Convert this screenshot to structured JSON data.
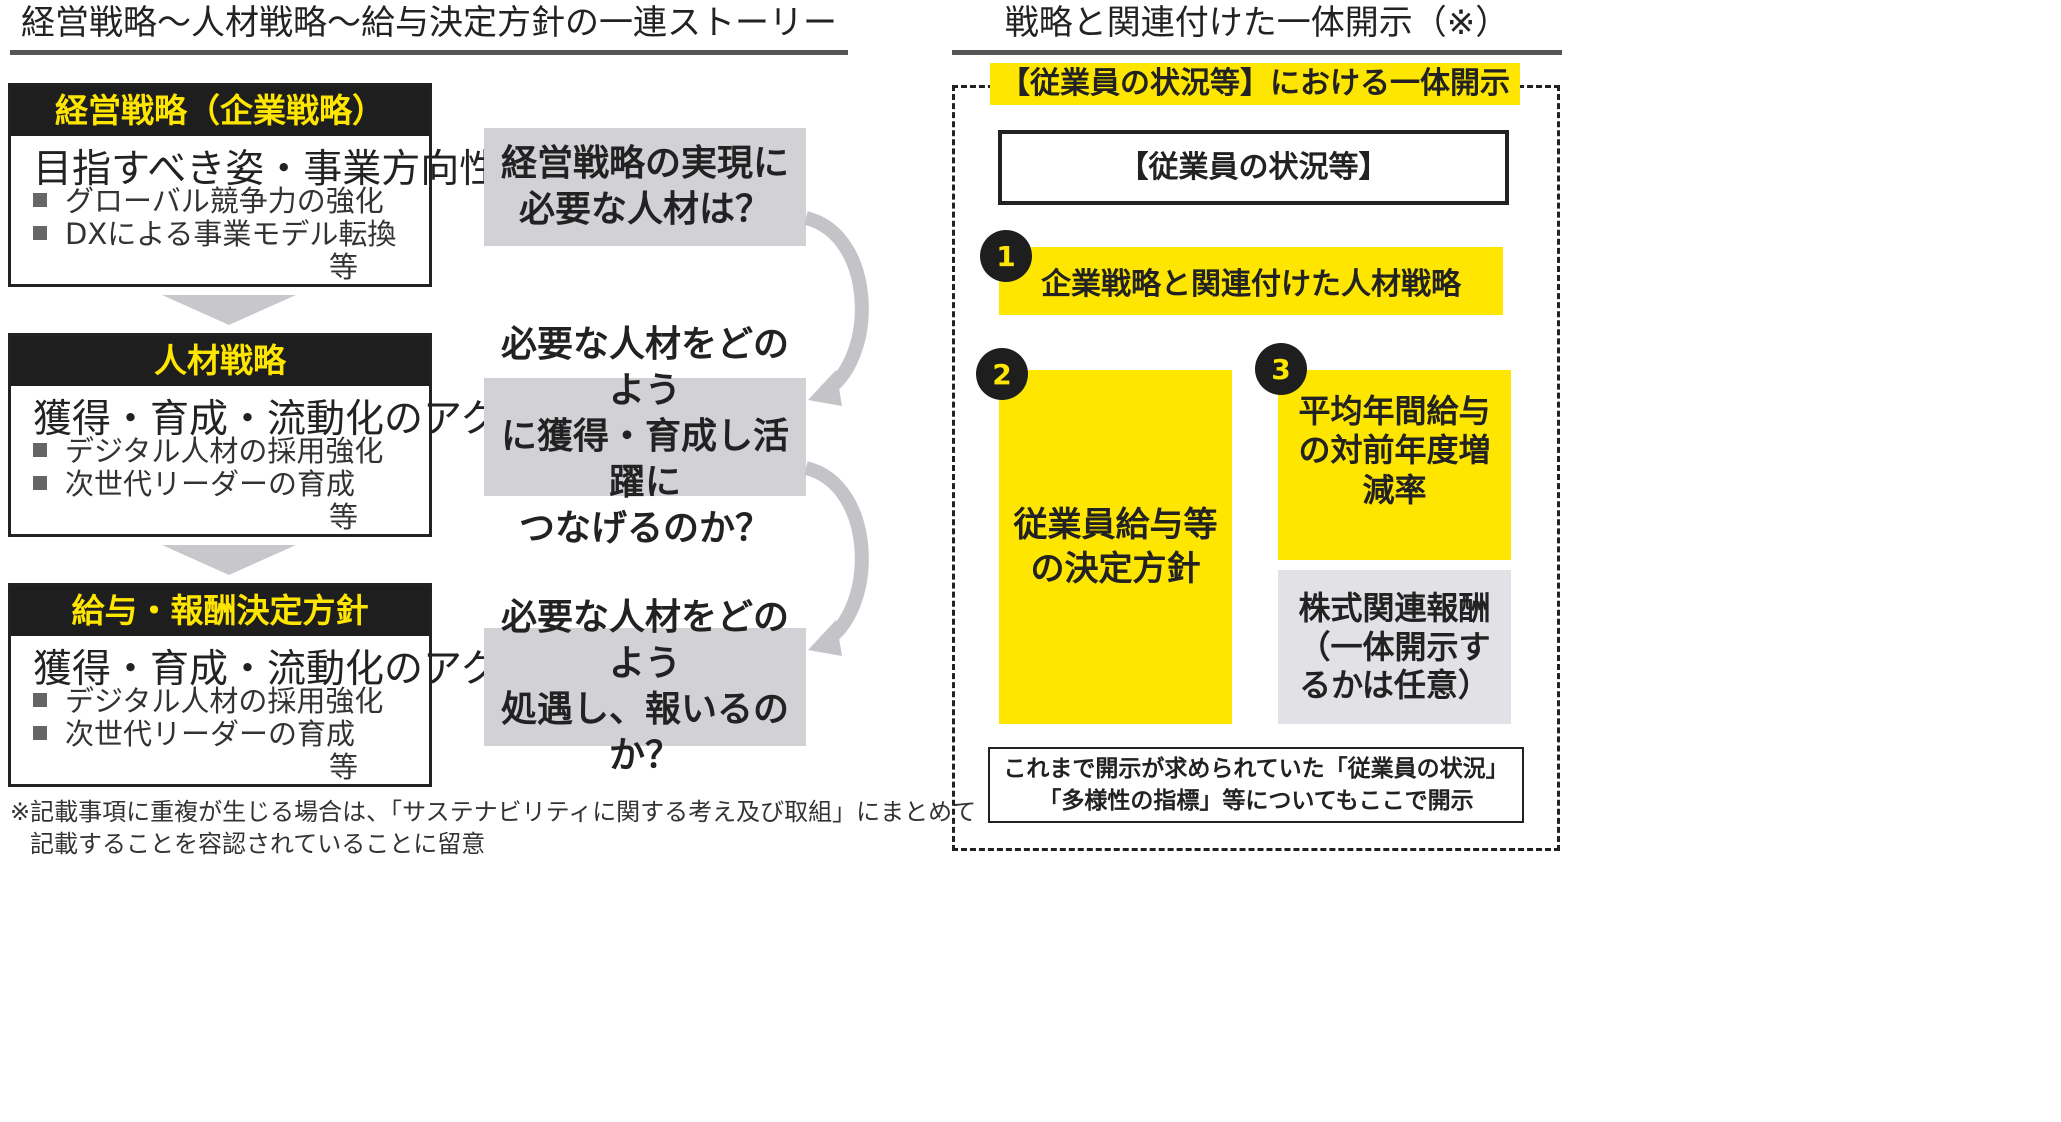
{
  "left": {
    "header": "経営戦略～人材戦略～給与決定方針の一連ストーリー",
    "boxes": [
      {
        "title": "経営戦略（企業戦略）",
        "main": "目指すべき姿・事業方向性",
        "bullets": [
          "グローバル競争力の強化",
          "DXによる事業モデル転換"
        ],
        "etc": "等"
      },
      {
        "title": "人材戦略",
        "main": "獲得・育成・流動化のアクション",
        "bullets": [
          "デジタル人材の採用強化",
          "次世代リーダーの育成"
        ],
        "etc": "等"
      },
      {
        "title": "給与・報酬決定方針",
        "main": "獲得・育成・流動化のアクション",
        "bullets": [
          "デジタル人材の採用強化",
          "次世代リーダーの育成"
        ],
        "etc": "等"
      }
    ],
    "questions": [
      {
        "line1": "経営戦略の実現に",
        "line2": "必要な人材は？"
      },
      {
        "line1": "必要な人材をどのよう",
        "line2": "に獲得・育成し活躍に",
        "line3": "つなげるのか？"
      },
      {
        "line1": "必要な人材をどのよう",
        "line2": "処遇し、報いるのか？"
      }
    ],
    "note": {
      "line1": "※記載事項に重複が生じる場合は、「サステナビリティに関する考え及び取組」にまとめて",
      "line2": "記載することを容認されていることに留意"
    }
  },
  "right": {
    "header": "戦略と関連付けた一体開示（※）",
    "banner": "【従業員の状況等】における一体開示",
    "section_title": "【従業員の状況等】",
    "items": [
      {
        "number": "1",
        "text": "企業戦略と関連付けた人材戦略"
      },
      {
        "number": "2",
        "line1": "従業員給与等",
        "line2": "の決定方針"
      },
      {
        "number": "3",
        "line1": "平均年間給与",
        "line2": "の対前年度増",
        "line3": "減率"
      }
    ],
    "optional": {
      "line1": "株式関連報酬",
      "line2": "（一体開示す",
      "line3": "るかは任意）"
    },
    "footer": {
      "line1": "これまで開示が求められていた「従業員の状況」",
      "line2": "「多様性の指標」等についてもここで開示"
    }
  },
  "colors": {
    "accent": "#ffe600",
    "dark": "#1e1e1e",
    "question_bg": "#d2d2d6",
    "optional_bg": "#e2e2e6"
  }
}
